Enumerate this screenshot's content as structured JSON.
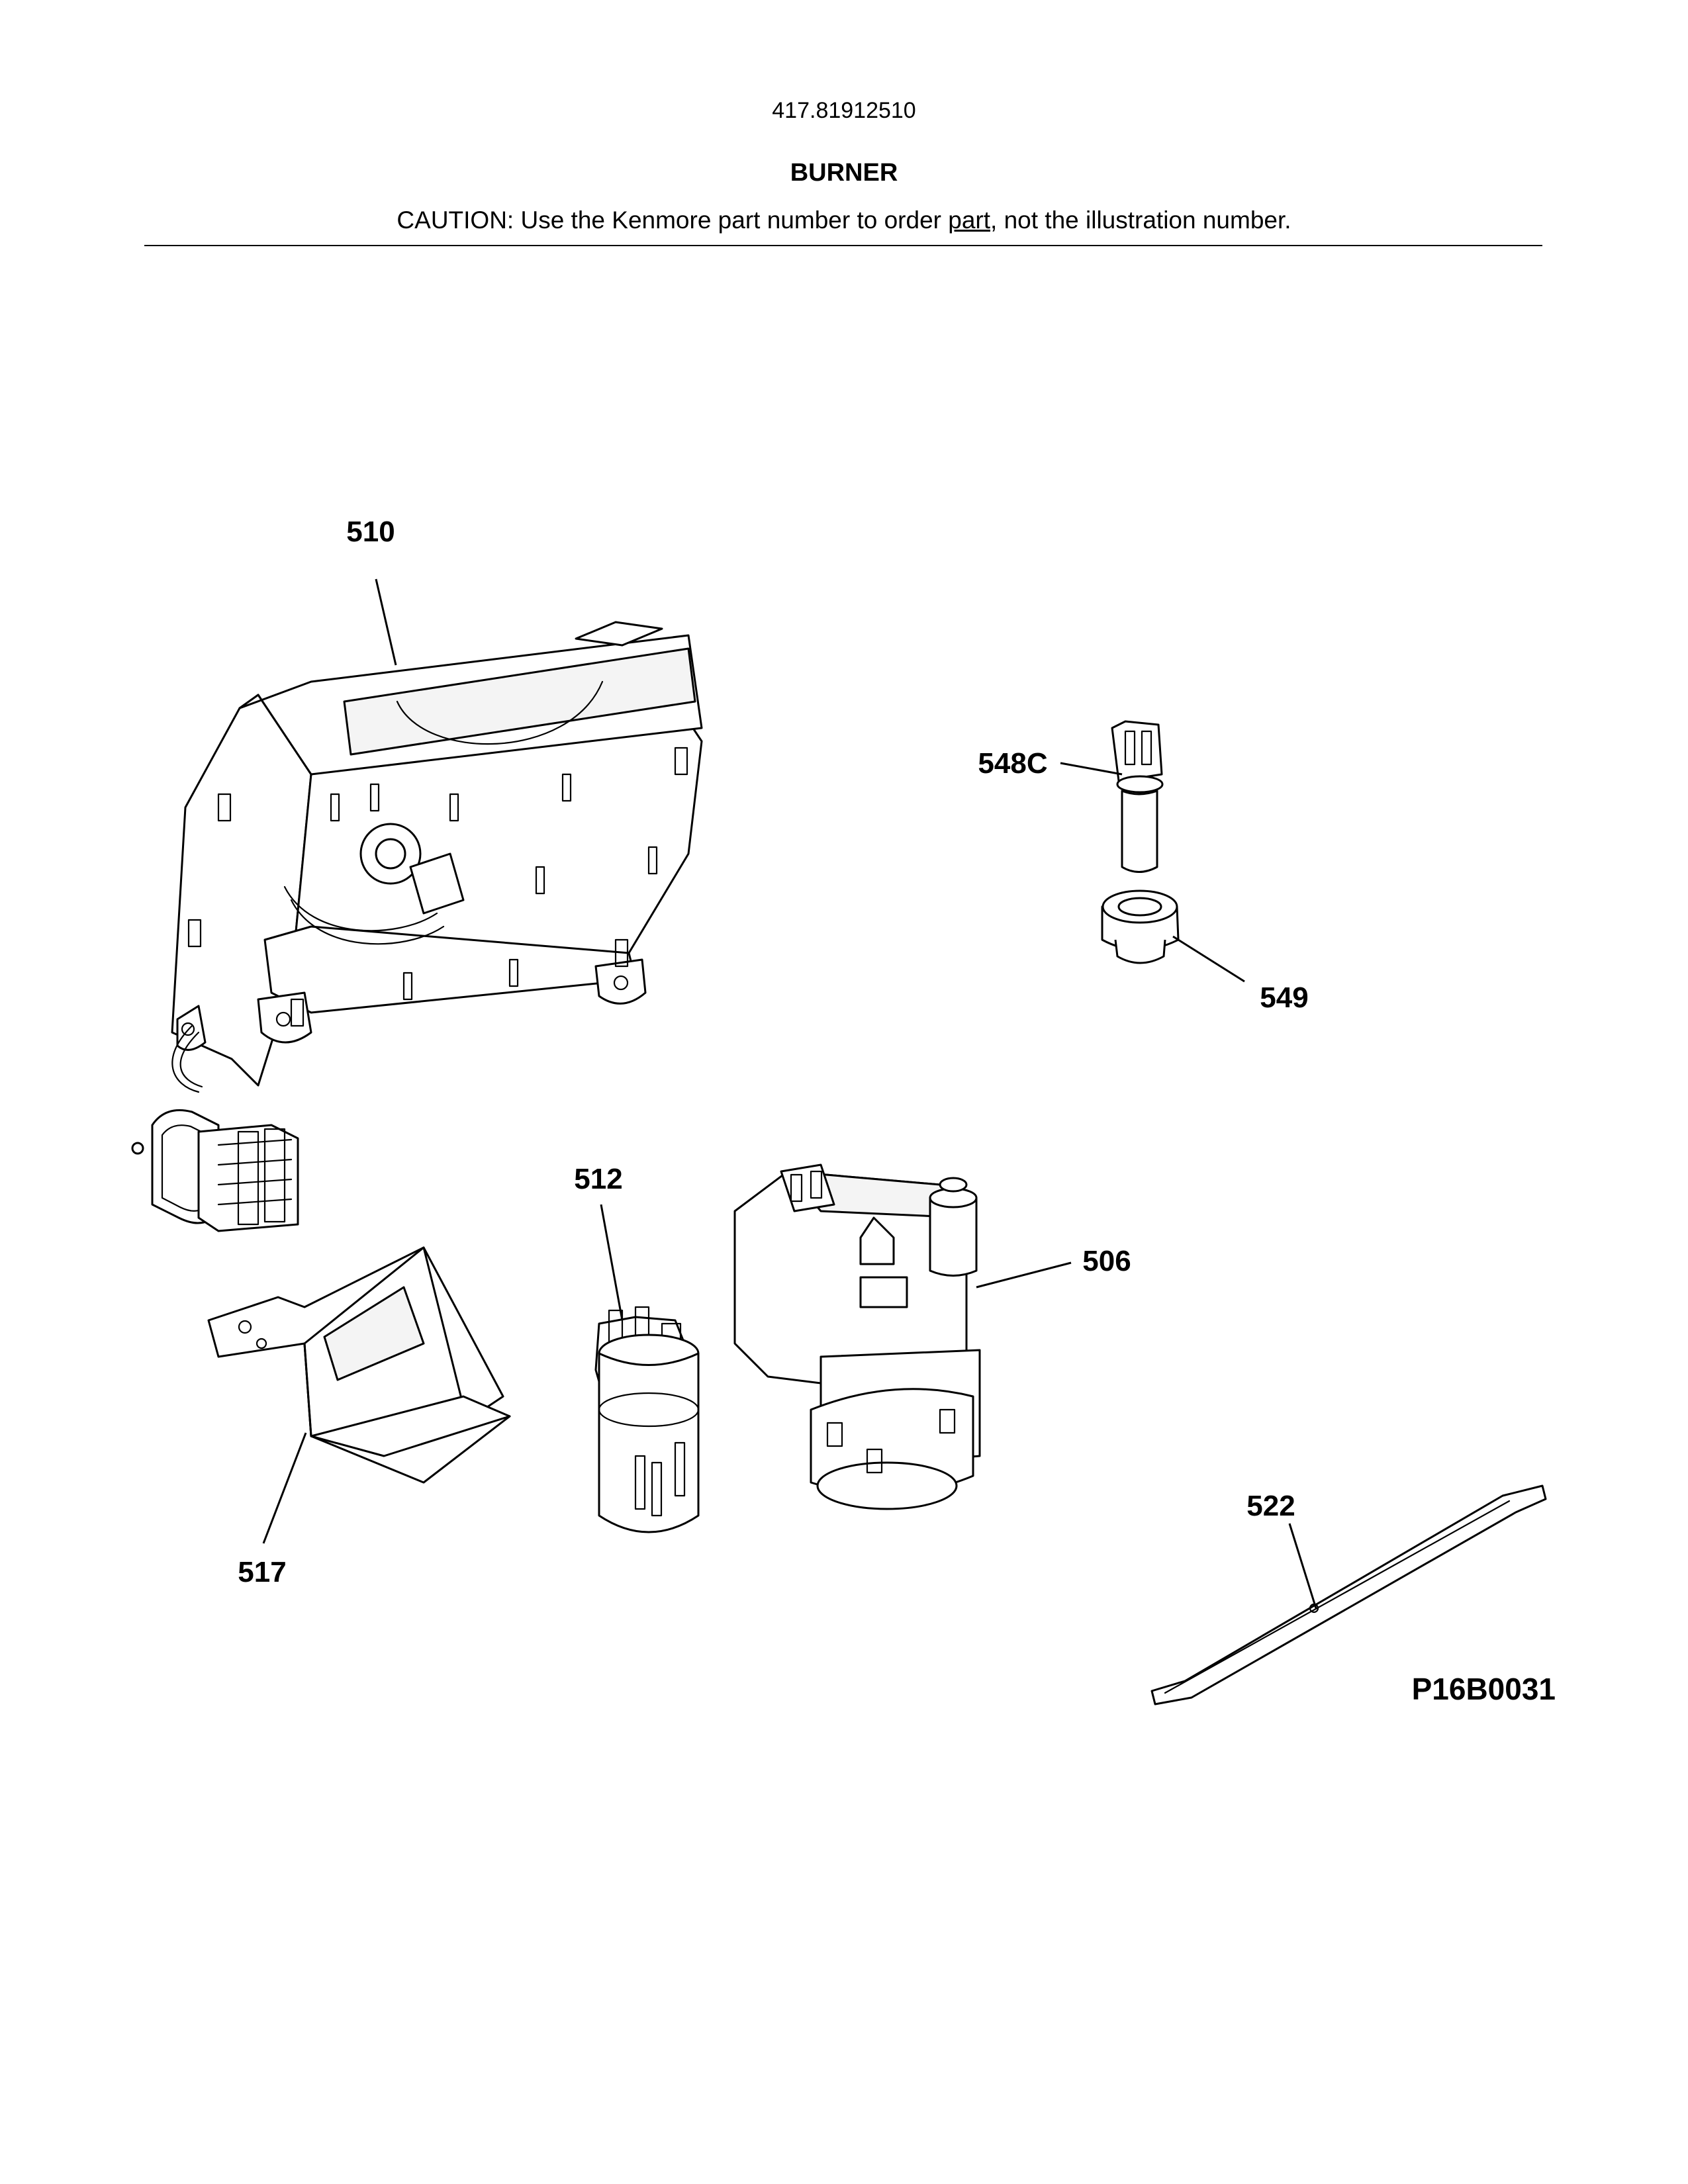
{
  "header": {
    "model_number": "417.81912510",
    "section_title": "BURNER",
    "caution_before": "CAUTION: Use the Kenmore part number to order ",
    "caution_underlined": "part",
    "caution_after": ", not the illustration number."
  },
  "callouts": [
    {
      "id": "510",
      "label": "510"
    },
    {
      "id": "548c",
      "label": "548C"
    },
    {
      "id": "549",
      "label": "549"
    },
    {
      "id": "512",
      "label": "512"
    },
    {
      "id": "506",
      "label": "506"
    },
    {
      "id": "517",
      "label": "517"
    },
    {
      "id": "522",
      "label": "522"
    }
  ],
  "diagram_code": "P16B0031"
}
